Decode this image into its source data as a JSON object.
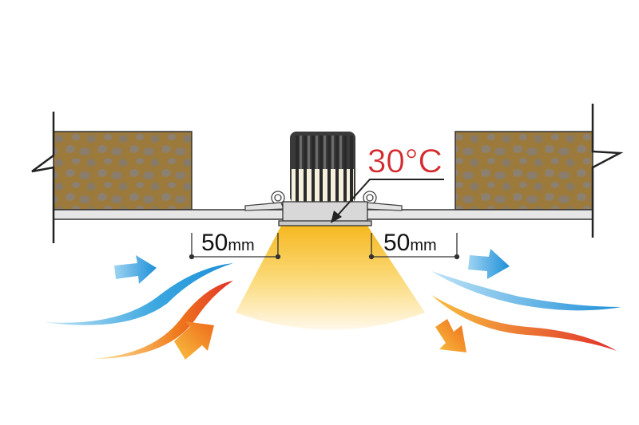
{
  "diagram": {
    "temperature_label": "30°C",
    "left_clearance": {
      "value": "50",
      "unit": "mm"
    },
    "right_clearance": {
      "value": "50",
      "unit": "mm"
    },
    "colors": {
      "insulation": "#9b7a3c",
      "temperature": "#d42a2f",
      "cool_air": "#3aa6e0",
      "warm_air": "#f07a1c",
      "light": "#f8c233"
    }
  }
}
